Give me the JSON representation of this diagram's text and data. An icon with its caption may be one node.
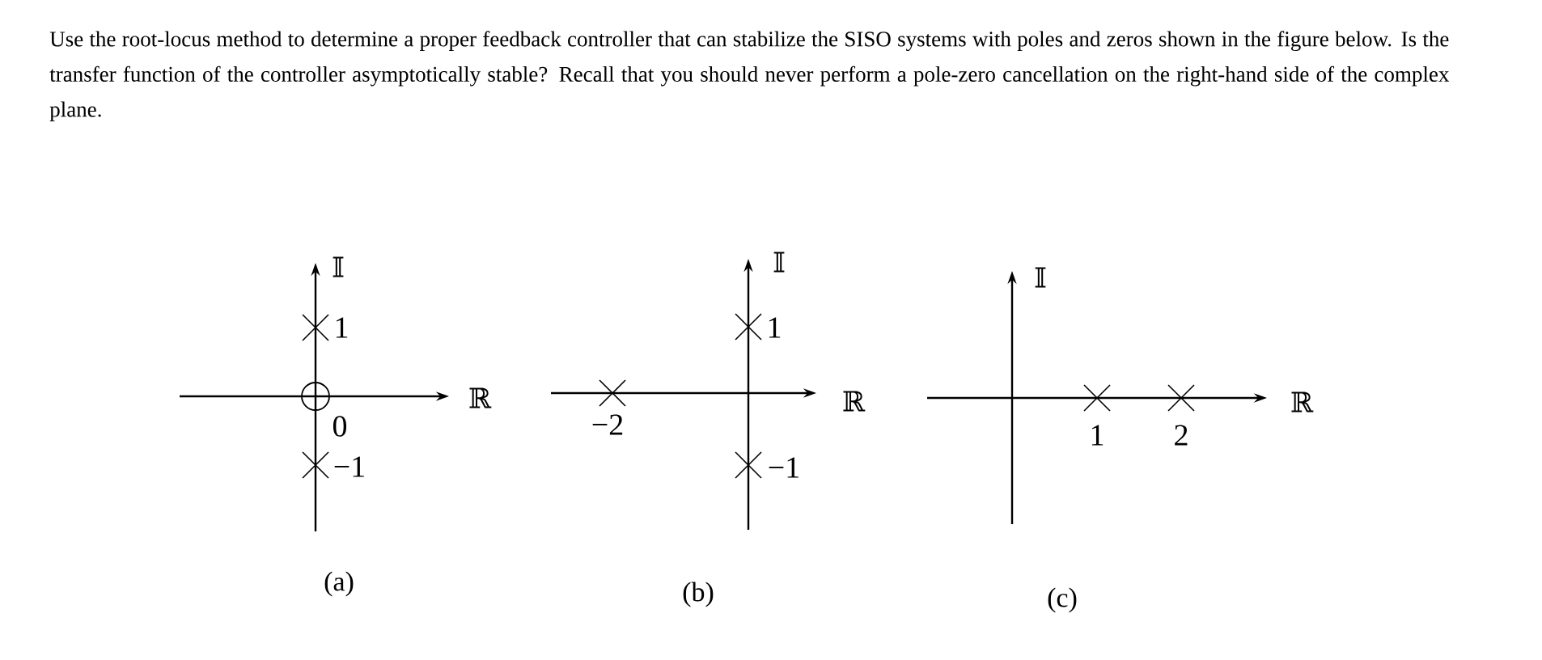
{
  "diagram": {
    "labels": [
      "Use the root-locus method to determine a proper feedback controller that can stabilize the SISO systems with poles and zeros shown in the figure below. Is the transfer function of the controller asymptotically stable? Recall that you should never perform a pole-zero cancellation on the right-hand side of the complex plane.",
      "𝕀",
      "1",
      "ℝ",
      "0",
      "−1",
      "(a)",
      "−2",
      "𝕀",
      "1",
      "ℝ",
      "−1",
      "(b)",
      "𝕀",
      "ℝ",
      "1",
      "2",
      "(c)"
    ]
  }
}
